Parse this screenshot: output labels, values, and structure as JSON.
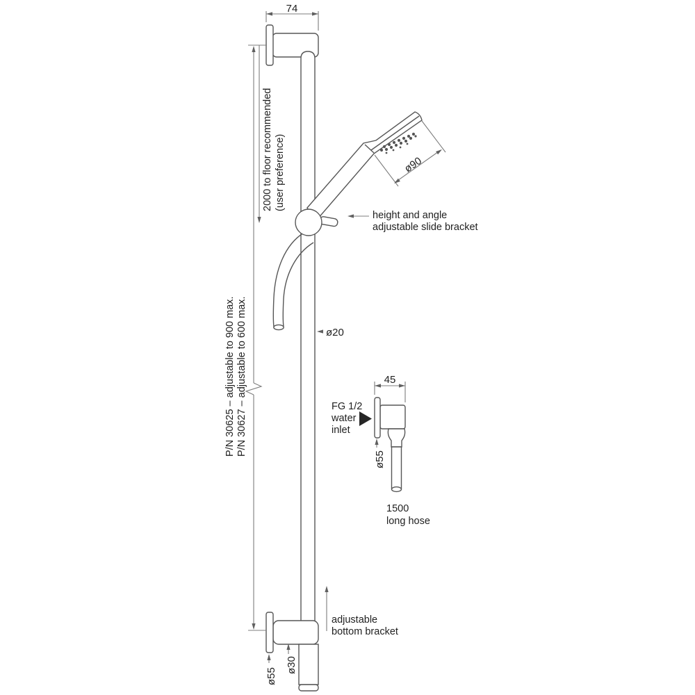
{
  "drawing": {
    "title": "shower rail set technical drawing",
    "dim_top_width": "74",
    "dim_head_diameter": "ø90",
    "dim_rail_diameter": "ø20",
    "dim_inlet_width": "45",
    "dim_inlet_flange": "ø55",
    "dim_bottom_flange": "ø55",
    "dim_bottom_tube": "ø30",
    "floor_note_1": "2000 to floor recommended",
    "floor_note_2": "(user preference)",
    "part_number_1": "P/N 30625 – adjustable to 900 max.",
    "part_number_2": "P/N 30627 – adjustable to 600 max.",
    "slide_bracket_1": "height and angle",
    "slide_bracket_2": "adjustable slide bracket",
    "inlet_1": "FG 1/2",
    "inlet_2": "water",
    "inlet_3": "inlet",
    "hose_1": "1500",
    "hose_2": "long hose",
    "bottom_bracket_1": "adjustable",
    "bottom_bracket_2": "bottom bracket",
    "colors": {
      "background": "#ffffff",
      "outline": "#565656",
      "dimension_lines": "#7c7c7c",
      "text": "#212121"
    }
  }
}
